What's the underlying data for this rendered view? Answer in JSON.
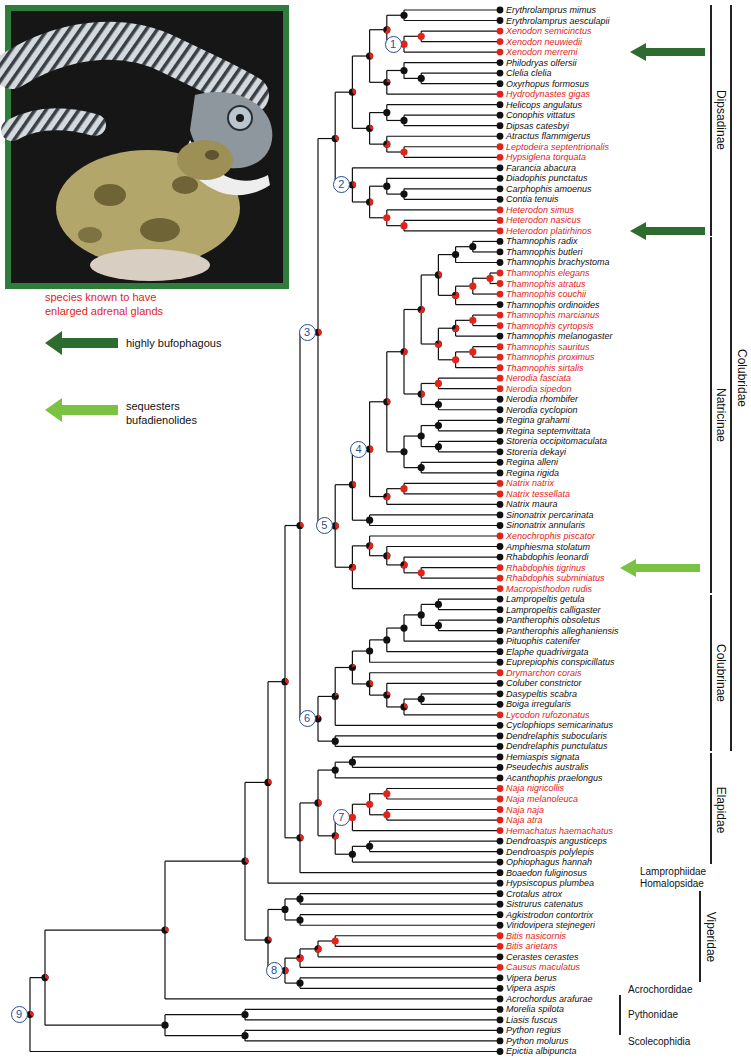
{
  "diagram": {
    "nodes": [
      {
        "text": [
          "1"
        ]
      },
      {
        "text": [
          "2"
        ]
      },
      {
        "text": [
          "3"
        ]
      },
      {
        "text": [
          "4"
        ]
      },
      {
        "text": [
          "5"
        ]
      },
      {
        "text": [
          "6"
        ]
      },
      {
        "text": [
          "7"
        ]
      },
      {
        "text": [
          "8"
        ]
      },
      {
        "text": [
          "9"
        ]
      }
    ],
    "labels": [
      "Erythrolamprus mimus",
      "Erythrolamprus aesculapii",
      "Xenodon semicinctus",
      "Xenodon neuwiedii",
      "Xenodon merremi",
      "Philodryas olfersii",
      "Clelia clelia",
      "Oxyrhopus formosus",
      "Hydrodynastes gigas",
      "Helicops angulatus",
      "Conophis vittatus",
      "Dipsas catesbyi",
      "Atractus flammigerus",
      "Leptodeira septentrionalis",
      "Hypsiglena torquata",
      "Farancia abacura",
      "Diadophis punctatus",
      "Carphophis amoenus",
      "Contia tenuis",
      "Heterodon simus",
      "Heterodon nasicus",
      "Heterodon platirhinos",
      "Thamnophis radix",
      "Thamnophis butleri",
      "Thamnophis brachystoma",
      "Thamnophis elegans",
      "Thamnophis atratus",
      "Thamnophis couchii",
      "Thamnophis ordinoides",
      "Thamnophis marcianus",
      "Thamnophis cyrtopsis",
      "Thamnophis melanogaster",
      "Thamnophis sauritus",
      "Thamnophis proximus",
      "Thamnophis sirtalis",
      "Nerodia fasciata",
      "Nerodia sipedon",
      "Nerodia rhombifer",
      "Nerodia cyclopion",
      "Regina grahami",
      "Regina septemvittata",
      "Storeria occipitomaculata",
      "Storeria dekayi",
      "Regina alleni",
      "Regina rigida",
      "Natrix natrix",
      "Natrix tessellata",
      "Natrix maura",
      "Sinonatrix percarinata",
      "Sinonatrix annularis",
      "Xenochrophis piscator",
      "Amphiesma stolatum",
      "Rhabdophis leonardi",
      "Rhabdophis tigrinus",
      "Rhabdophis subminiatus",
      "Macropisthodon rudis",
      "Lampropeltis getula",
      "Lampropeltis calligaster",
      "Pantherophis obsoletus",
      "Pantherophis alleghaniensis",
      "Pituophis catenifer",
      "Elaphe quadrivirgata",
      "Euprepiophis conspicillatus",
      "Drymarchon corais",
      "Coluber constrictor",
      "Dasypeltis scabra",
      "Boiga irregularis",
      "Lycodon rufozonatus",
      "Cyclophiops semicarinatus",
      "Dendrelaphis subocularis",
      "Dendrelaphis punctulatus",
      "Hemiaspis signata",
      "Pseudechis australis",
      "Acanthophis praelongus",
      "Naja nigricollis",
      "Naja melanoleuca",
      "Naja naja",
      "Naja atra",
      "Hemachatus haemachatus",
      "Dendroaspis angusticeps",
      "Dendroaspis polylepis",
      "Ophiophagus hannah",
      "Boaedon fuliginosus",
      "Hypsiscopus plumbea",
      "Crotalus atrox",
      "Sistrurus catenatus",
      "Agkistrodon contortrix",
      "Viridovipera stejnegeri",
      "Bitis nasicornis",
      "Bitis arietans",
      "Cerastes cerastes",
      "Causus maculatus",
      "Vipera berus",
      "Vipera aspis",
      "Acrochordus arafurae",
      "Morelia spilota",
      "Liasis fuscus",
      "Python regius",
      "Python molurus",
      "Epictia albipuncta",
      "Dipsadinae",
      "Natricinae",
      "Colubridae",
      "Colubrinae",
      "Elapidae",
      "Lamprophiidae",
      "Homalopsidae",
      "Viperidae",
      "Acrochordidae",
      "Pythonidae",
      "Scolecophidia"
    ],
    "legend": [
      {
        "text": "species known to have enlarged adrenal glands",
        "color": "#e2231a"
      },
      {
        "text": "highly bufophagous"
      },
      {
        "text": "sequesters bufadienolides"
      }
    ]
  }
}
